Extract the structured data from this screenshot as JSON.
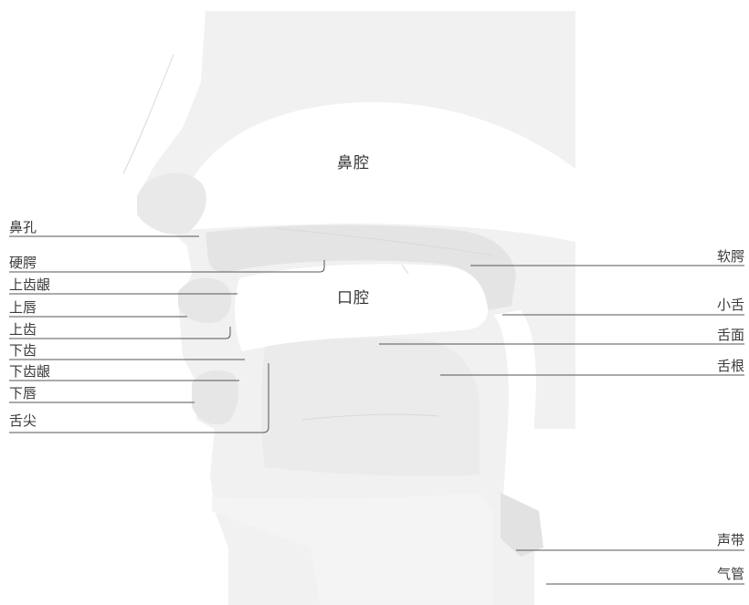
{
  "diagram": {
    "regions": {
      "nasal_cavity": "鼻腔",
      "oral_cavity": "口腔"
    },
    "left_labels": {
      "nostril": "鼻孔",
      "hard_palate": "硬腭",
      "upper_gum": "上齿龈",
      "upper_lip": "上唇",
      "upper_teeth": "上齿",
      "lower_teeth": "下齿",
      "lower_gum": "下齿龈",
      "lower_lip": "下唇",
      "tongue_tip": "舌尖"
    },
    "right_labels": {
      "soft_palate": "软腭",
      "uvula": "小舌",
      "tongue_surface": "舌面",
      "tongue_root": "舌根",
      "vocal_cords": "声带",
      "trachea": "气管"
    }
  }
}
